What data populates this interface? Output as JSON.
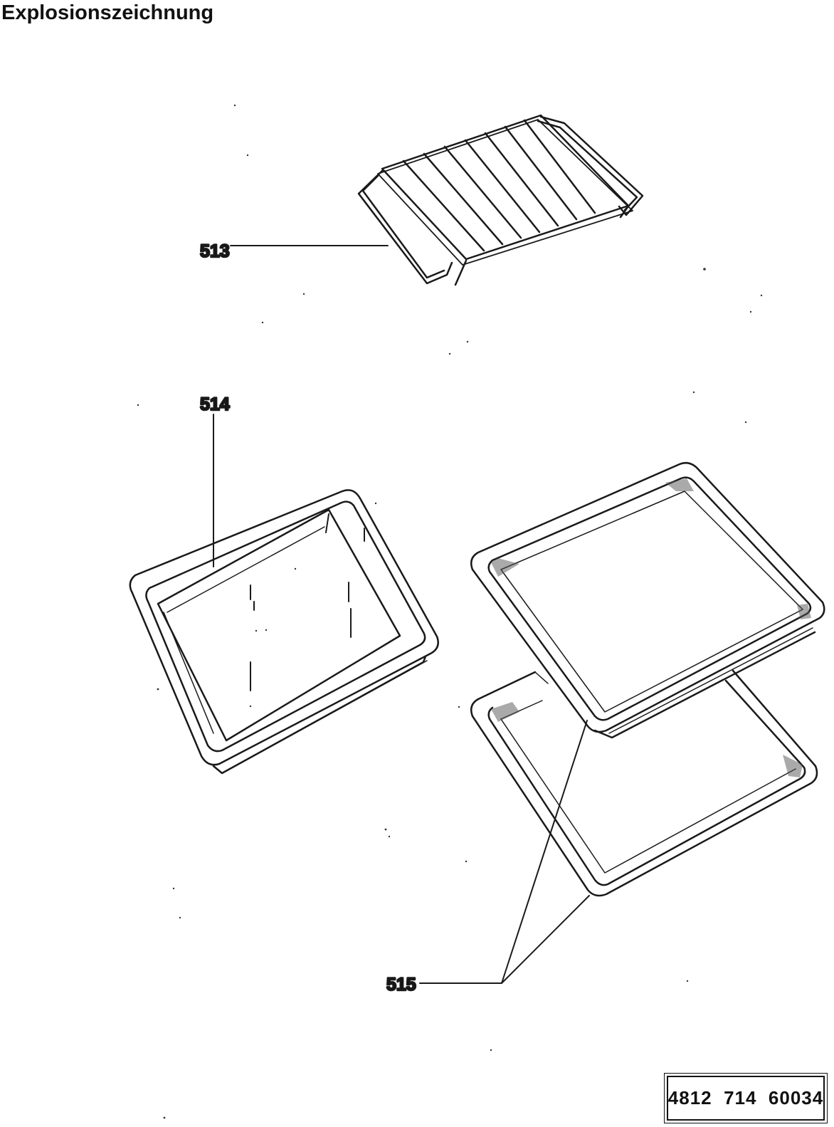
{
  "title": "Explosionszeichnung",
  "parts": [
    {
      "number": "513",
      "name": "rack-icon"
    },
    {
      "number": "514",
      "name": "deep-tray-icon"
    },
    {
      "number": "515",
      "name": "flat-tray-icon"
    }
  ],
  "drawing_code": "4812  714  60034"
}
